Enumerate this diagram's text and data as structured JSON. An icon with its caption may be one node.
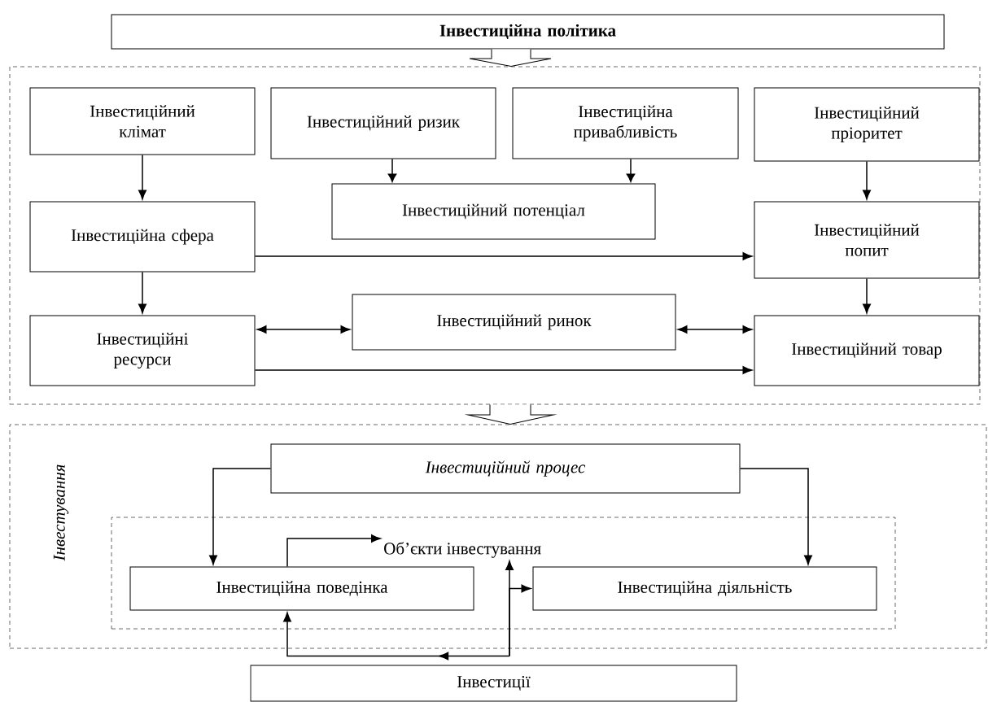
{
  "diagram": {
    "nodes": [
      {
        "text": [
          "Інвестиційна політика"
        ]
      },
      {
        "text": [],
        "shape": "box"
      },
      {
        "text": [
          "Інвестиційний клімат"
        ],
        "in": 1
      },
      {
        "text": [
          "Інвестиційний ризик"
        ],
        "in": 1
      },
      {
        "text": [
          "Інвестиційна привабливість"
        ],
        "in": 1
      },
      {
        "text": [
          "Інвестиційний пріоритет"
        ],
        "in": 1
      },
      {
        "text": [
          "Інвестиційний потенціал"
        ],
        "in": 1
      },
      {
        "text": [
          "Інвестиційна сфера"
        ],
        "in": 1
      },
      {
        "text": [
          "Інвестиційний попит"
        ],
        "in": 1
      },
      {
        "text": [
          "Інвестиційні ресурси"
        ],
        "in": 1
      },
      {
        "text": [
          "Інвестиційний ринок"
        ],
        "in": 1
      },
      {
        "text": [
          "Інвестиційний товар"
        ],
        "in": 1
      },
      {
        "text": [
          "Інвестування"
        ]
      },
      {
        "text": [
          "Інвестиційний процес"
        ],
        "in": 12
      },
      {
        "text": [],
        "shape": "box",
        "in": 12
      },
      {
        "text": [
          "Об’єкти інвестування"
        ],
        "in": 14
      },
      {
        "text": [
          "Інвестиційна поведінка"
        ],
        "in": 14
      },
      {
        "text": [
          "Інвестиційна діяльність"
        ],
        "in": 14
      },
      {
        "text": [
          "Інвестиції"
        ]
      }
    ],
    "edges": [
      {
        "from": 0,
        "to": 1,
        "arrow": "to"
      },
      {
        "from": 1,
        "to": 12,
        "arrow": "to"
      },
      {
        "from": 2,
        "to": 7,
        "arrow": "to"
      },
      {
        "from": 3,
        "to": 6,
        "arrow": "to"
      },
      {
        "from": 4,
        "to": 6,
        "arrow": "to"
      },
      {
        "from": 5,
        "to": 8,
        "arrow": "to"
      },
      {
        "from": 7,
        "to": 8,
        "arrow": "to"
      },
      {
        "from": 7,
        "to": 9,
        "arrow": "to"
      },
      {
        "from": 8,
        "to": 11,
        "arrow": "to"
      },
      {
        "from": 9,
        "to": 10,
        "arrow": "both"
      },
      {
        "from": 10,
        "to": 11,
        "arrow": "both"
      },
      {
        "from": 9,
        "to": 11,
        "arrow": "to"
      },
      {
        "from": 13,
        "to": 16,
        "arrow": "to"
      },
      {
        "from": 13,
        "to": 17,
        "arrow": "to"
      },
      {
        "from": 16,
        "to": 15,
        "arrow": "to"
      },
      {
        "from": 18,
        "to": 16,
        "arrow": "to"
      },
      {
        "from": 18,
        "to": 15,
        "arrow": "to"
      },
      {
        "from": 18,
        "to": 17,
        "arrow": "to"
      }
    ]
  }
}
